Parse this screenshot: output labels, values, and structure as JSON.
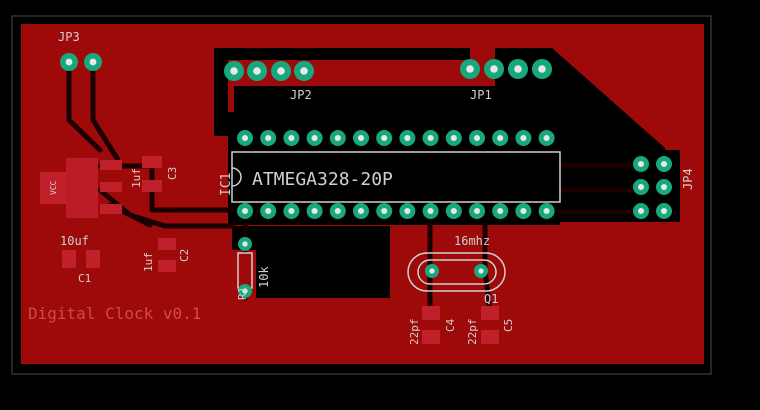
{
  "board": {
    "title": "Digital Clock v0.1",
    "colors": {
      "background": "#000000",
      "outline": "#333333",
      "copper": "#9e0a0a",
      "copper_edge": "#c41a1a",
      "silk": "#d0d0d0",
      "pad": "#17a87d",
      "pad_hole": "#e8e8e8",
      "smd_pad": "#c0202a"
    }
  },
  "components": {
    "ic1": {
      "ref": "IC1",
      "value": "ATMEGA328-20P"
    },
    "jp1": {
      "ref": "JP1"
    },
    "jp2": {
      "ref": "JP2"
    },
    "jp3": {
      "ref": "JP3"
    },
    "jp4": {
      "ref": "JP4"
    },
    "r1": {
      "ref": "R1",
      "value": "10k"
    },
    "q1": {
      "ref": "Q1",
      "value": "16mhz"
    },
    "c1": {
      "ref": "C1",
      "value": "10uf"
    },
    "c2": {
      "ref": "C2",
      "value": "1uf"
    },
    "c3": {
      "ref": "C3",
      "value": "1uf"
    },
    "c4": {
      "ref": "C4",
      "value": "22pf"
    },
    "c5": {
      "ref": "C5",
      "value": "22pf"
    },
    "reg": {
      "ref": "VCC"
    }
  }
}
